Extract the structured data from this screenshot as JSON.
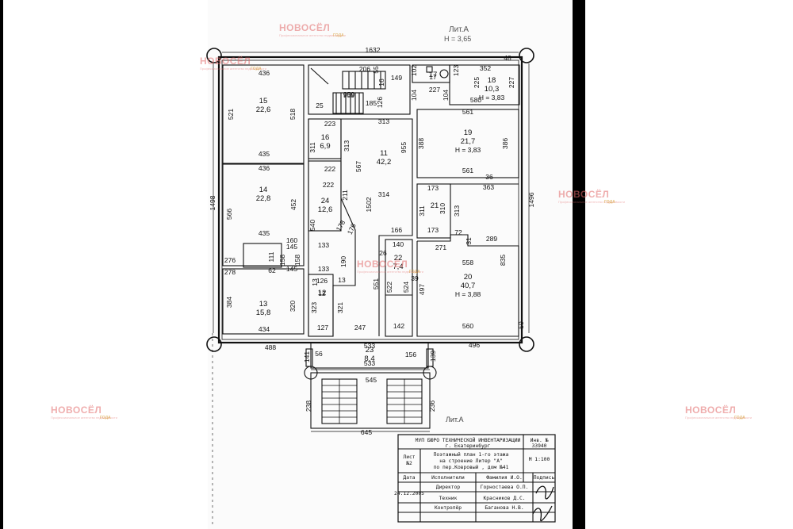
{
  "watermark": {
    "brand": "НОВОСЁЛ",
    "tagline": "Профессиональное агентство недвижимости",
    "badge": "ГОДА"
  },
  "header": {
    "liter": "Лит.А",
    "height": "Н = 3,65"
  },
  "footer_liter": "Лит.А",
  "rooms": [
    {
      "n": "15",
      "area": "22,6"
    },
    {
      "n": "14",
      "area": "22,8"
    },
    {
      "n": "13",
      "area": "15,8"
    },
    {
      "n": "16",
      "area": "6,9"
    },
    {
      "n": "11",
      "area": "42,2"
    },
    {
      "n": "24",
      "area": "12,6"
    },
    {
      "n": "12",
      "area": ""
    },
    {
      "n": "22",
      "area": "7,4"
    },
    {
      "n": "19",
      "area": "21,7",
      "h": "Н = 3,83"
    },
    {
      "n": "21",
      "area": ""
    },
    {
      "n": "20",
      "area": "40,7",
      "h": "Н = 3,88"
    },
    {
      "n": "18",
      "area": "10,3",
      "h": "Н = 3,83"
    },
    {
      "n": "17",
      "area": ""
    },
    {
      "n": "23",
      "area": "8,4"
    }
  ],
  "dims": [
    "1632",
    "436",
    "521",
    "518",
    "435",
    "436",
    "566",
    "452",
    "435",
    "276",
    "278",
    "384",
    "434",
    "488",
    "320",
    "1498",
    "223",
    "311",
    "313",
    "222",
    "222",
    "211",
    "540",
    "178",
    "176",
    "190",
    "133",
    "133",
    "145",
    "145",
    "158",
    "158",
    "160",
    "111",
    "62",
    "126",
    "12",
    "323",
    "321",
    "127",
    "247",
    "13",
    "567",
    "314",
    "1502",
    "955",
    "313",
    "185",
    "126",
    "25",
    "206",
    "959",
    "55",
    "149",
    "102",
    "104",
    "104",
    "123",
    "227",
    "17",
    "352",
    "225",
    "227",
    "580",
    "561",
    "388",
    "386",
    "561",
    "363",
    "173",
    "311",
    "310",
    "313",
    "173",
    "72",
    "31",
    "289",
    "271",
    "166",
    "140",
    "26",
    "551",
    "522",
    "524",
    "39",
    "558",
    "835",
    "497",
    "142",
    "560",
    "496",
    "1496",
    "50",
    "48",
    "533",
    "141",
    "56",
    "533",
    "156",
    "139",
    "545",
    "238",
    "236",
    "645",
    "13",
    "959",
    "16",
    "36"
  ],
  "stamp": {
    "org": "МУП БЮРО ТЕХНИЧЕСКОЙ ИНВЕНТАРИЗАЦИИ",
    "city": "г. Екатеринбург",
    "inv_label": "Инв. №",
    "inv_value": "33940",
    "sheet_label": "Лист",
    "sheet_value": "№2",
    "title1": "Поэтажный план 1-го этажа",
    "title2": "на строение Литер \"А\"",
    "title3": "по пер.Ковровый , дом №41",
    "scale": "М 1:100",
    "date_label": "Дата",
    "executors_label": "Исполнители",
    "fio_label": "Фамилия И.О.",
    "sign_label": "Подпись",
    "director_label": "Директор",
    "director_name": "Горностаева О.П.",
    "tech_label": "Техник",
    "tech_name": "Красников Д.С.",
    "date_value": "24.12.2005",
    "control_label": "Контролёр",
    "control_name": "Баганова Н.В."
  }
}
